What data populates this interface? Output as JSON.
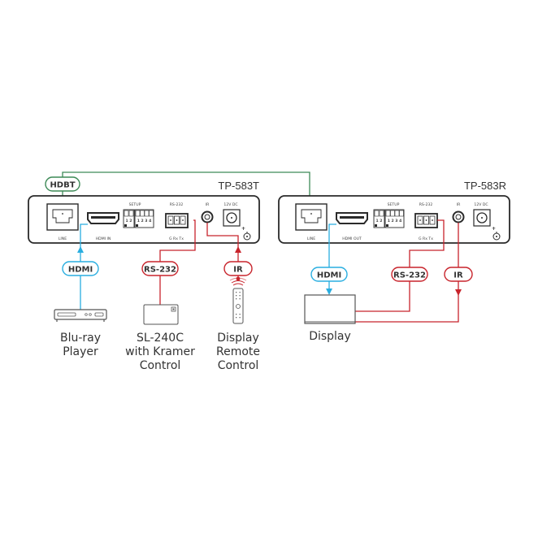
{
  "colors": {
    "hdbt": "#3d8a57",
    "hdmi": "#29aee0",
    "control": "#c8242c",
    "device_stroke": "#2a2a2a",
    "text": "#333333"
  },
  "cables": {
    "hdbt_label": "HDBT",
    "hdmi_label": "HDMI",
    "rs232_label": "RS-232",
    "ir_label": "IR"
  },
  "transmitter": {
    "model": "TP-583T",
    "ports": {
      "line": "LINE",
      "hdmi": "HDMI IN",
      "setup": "SETUP",
      "rs232": "RS-232",
      "rs232_pins": "G  Rx  Tx",
      "ir": "IR",
      "power": "12V DC",
      "dip_a": "1 2",
      "dip_b": "1 2 3 4"
    }
  },
  "receiver": {
    "model": "TP-583R",
    "ports": {
      "line": "LINE",
      "hdmi": "HDMI OUT",
      "setup": "SETUP",
      "rs232": "RS-232",
      "rs232_pins": "G  Rx  Tx",
      "ir": "IR",
      "power": "12V DC",
      "dip_a": "1 2",
      "dip_b": "1 2 3 4"
    }
  },
  "sources": {
    "bluray": {
      "line1": "Blu-ray",
      "line2": "Player"
    },
    "controller": {
      "line1": "SL-240C",
      "line2": "with Kramer",
      "line3": "Control"
    },
    "remote": {
      "line1": "Display",
      "line2": "Remote",
      "line3": "Control"
    }
  },
  "sinks": {
    "display": {
      "line1": "Display"
    }
  }
}
